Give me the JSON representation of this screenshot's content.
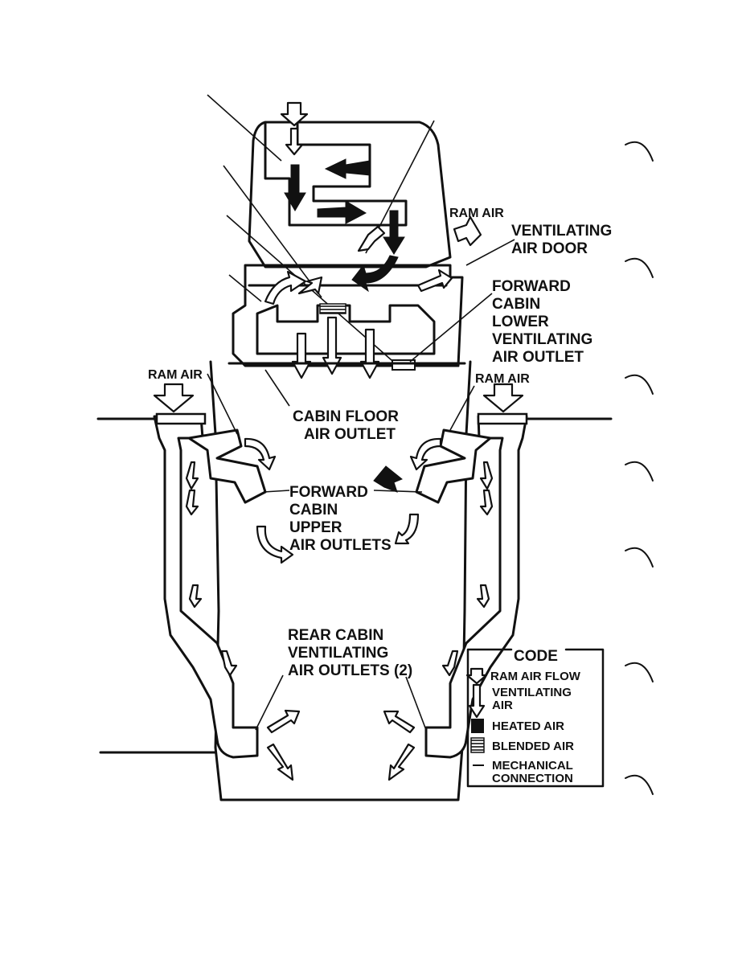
{
  "labels": {
    "ram_air_top": "RAM AIR",
    "ventilating_air_door": [
      "VENTILATING",
      "AIR DOOR"
    ],
    "forward_cabin_lower": [
      "FORWARD",
      "CABIN",
      "LOWER",
      "VENTILATING",
      "AIR OUTLET"
    ],
    "ram_air_left": "RAM AIR",
    "ram_air_right": "RAM AIR",
    "cabin_floor_outlet": [
      "CABIN FLOOR",
      "AIR OUTLET"
    ],
    "forward_cabin_upper": [
      "FORWARD",
      "CABIN",
      "UPPER",
      "AIR OUTLETS"
    ],
    "rear_cabin": [
      "REAR CABIN",
      "VENTILATING",
      "AIR OUTLETS (2)"
    ]
  },
  "legend": {
    "title": "CODE",
    "items": [
      {
        "label": "RAM AIR FLOW",
        "icon": "open-arrow-icon"
      },
      {
        "label": [
          "VENTILATING",
          "AIR"
        ],
        "icon": "ventilating-arrow-icon"
      },
      {
        "label": "HEATED AIR",
        "icon": "solid-square-icon"
      },
      {
        "label": "BLENDED AIR",
        "icon": "striped-square-icon"
      },
      {
        "label": [
          "MECHANICAL",
          "CONNECTION"
        ],
        "icon": "line-icon"
      }
    ]
  },
  "colors": {
    "ink": "#111111",
    "paper": "#ffffff"
  }
}
